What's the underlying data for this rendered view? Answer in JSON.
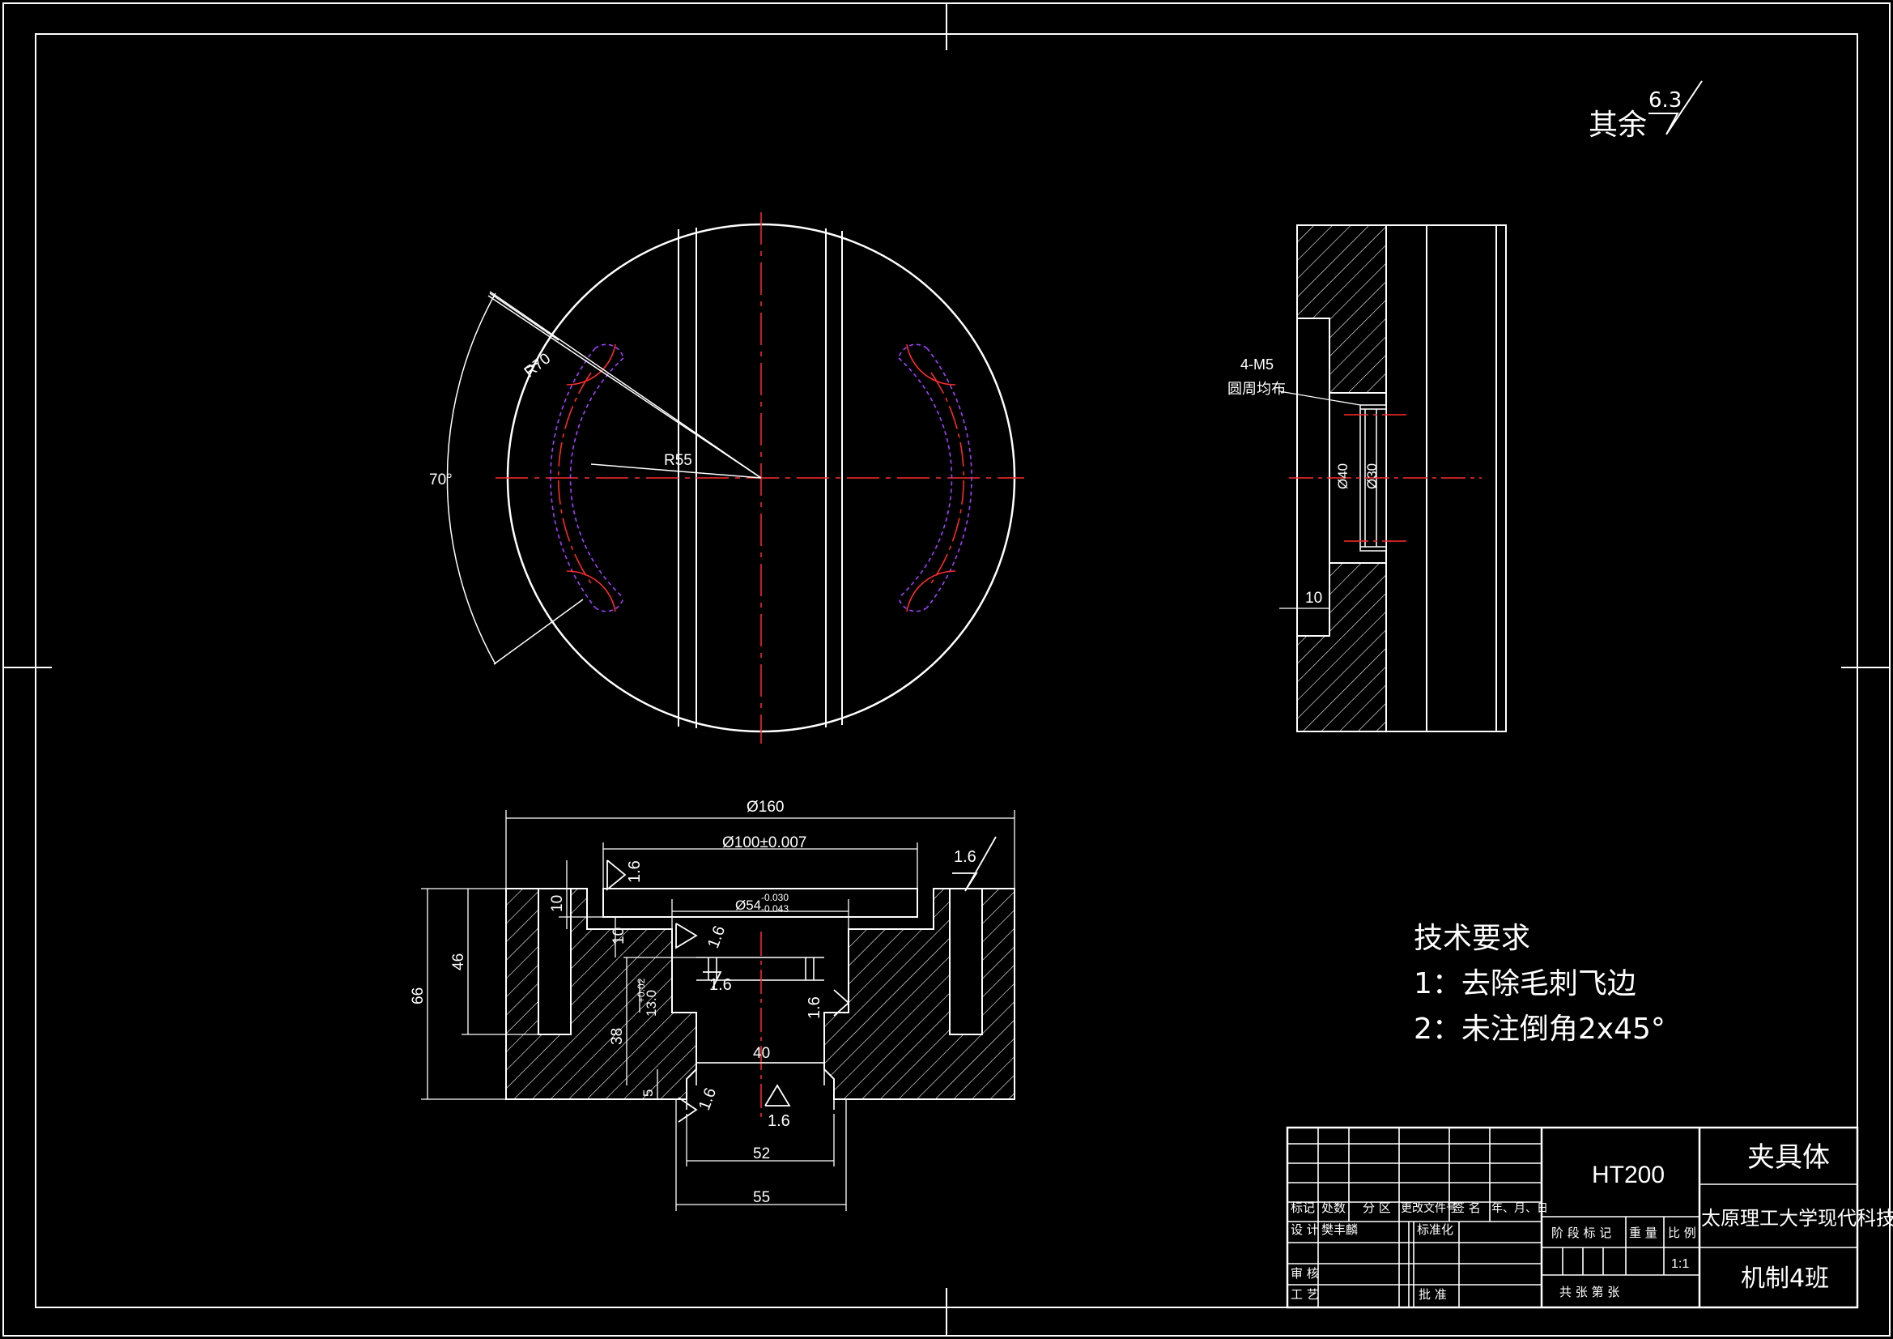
{
  "colors": {
    "background": "#000000",
    "line": "#ffffff",
    "center_line": "#ff2a2a",
    "hidden_line": "#a040ff"
  },
  "surface_note": {
    "prefix": "其余",
    "value": "6.3"
  },
  "top_view": {
    "r70": "R70",
    "r55": "R55",
    "angle": "70°"
  },
  "side_view": {
    "thread_note_1": "4-M5",
    "thread_note_2": "圆周均布",
    "d40": "Ø40",
    "d30": "Ø30",
    "dim_10": "10"
  },
  "section_view": {
    "d160": "Ø160",
    "d100": "Ø100±0.007",
    "d54": "Ø54",
    "d54_tol_upper": "-0.030",
    "d54_tol_lower": "-0.043",
    "h66": "66",
    "h46": "46",
    "h10a": "10",
    "h10b": "10",
    "h38": "38",
    "h13": "13.0",
    "h13_tol": "+0.02",
    "h5": "5",
    "w40": "40",
    "w52": "52",
    "w55": "55",
    "roughness": [
      "1.6",
      "1.6",
      "1.6",
      "1.6",
      "1.6",
      "1.6",
      "1.6"
    ]
  },
  "tech_req": {
    "title": "技术要求",
    "item1": "1：去除毛刺飞边",
    "item2": "2：未注倒角2x45°"
  },
  "title_block": {
    "material": "HT200",
    "part_name": "夹具体",
    "school": "太原理工大学现代科技学院",
    "class_name": "机制4班",
    "col_labels": [
      "标记",
      "处数",
      "分 区",
      "更改文件号",
      "签 名",
      "年、月、日"
    ],
    "design": "设 计",
    "designer": "樊丰麟",
    "standardization": "标准化",
    "review": "审 核",
    "process": "工 艺",
    "approve": "批 准",
    "stage_mark": "阶 段 标 记",
    "weight": "重 量",
    "ratio": "比 例",
    "scale": "1:1",
    "sheets": "共    张  第    张"
  }
}
